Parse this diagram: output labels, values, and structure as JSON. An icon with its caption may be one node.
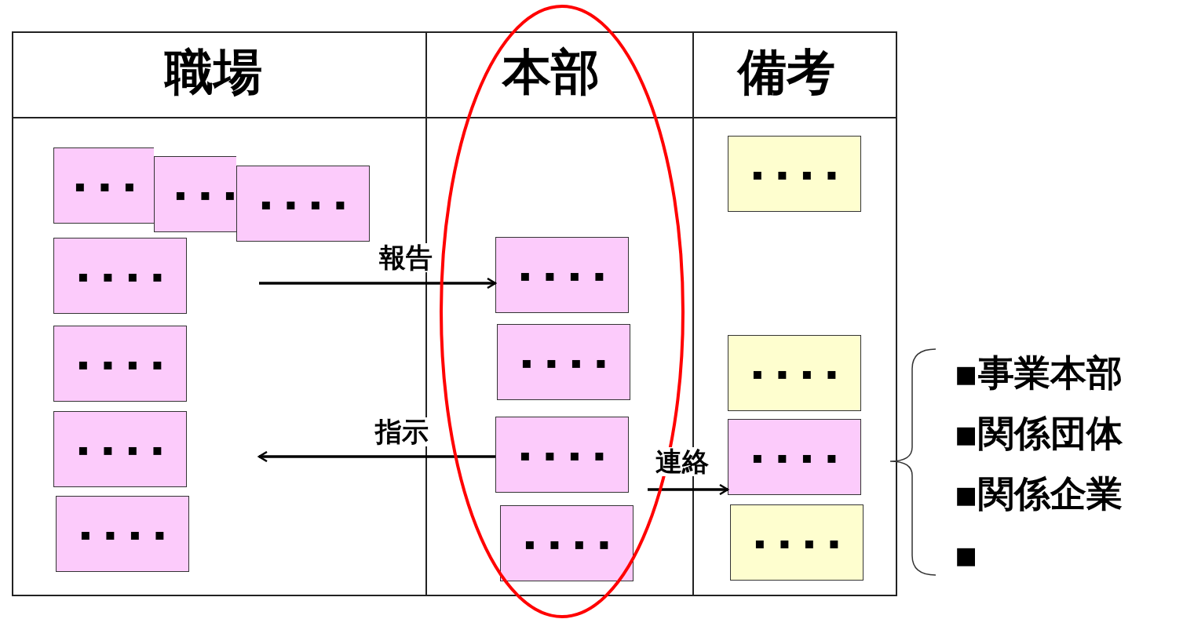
{
  "diagram": {
    "nodes": [
      {
        "text": [
          "▪▪▪"
        ]
      },
      {
        "text": [
          "▪▪▪"
        ]
      },
      {
        "text": [
          "▪▪▪▪"
        ]
      },
      {
        "text": [
          "▪▪▪▪"
        ]
      },
      {
        "text": [
          "▪▪▪▪"
        ]
      },
      {
        "text": [
          "▪▪▪▪"
        ]
      },
      {
        "text": [
          "▪▪▪▪"
        ]
      },
      {
        "text": [
          "▪▪▪▪"
        ]
      },
      {
        "text": [
          "▪▪▪▪"
        ]
      },
      {
        "text": [
          "▪▪▪▪"
        ]
      },
      {
        "text": [
          "▪▪▪▪"
        ]
      },
      {
        "text": [
          "▪▪▪▪"
        ]
      },
      {
        "text": [
          "▪▪▪▪"
        ]
      },
      {
        "text": [
          "▪▪▪▪"
        ]
      },
      {
        "text": [
          "▪▪▪▪"
        ]
      }
    ],
    "edges": [
      {
        "from": null,
        "to": 7,
        "arrow": "to",
        "label": "報告"
      },
      {
        "from": 9,
        "to": null,
        "arrow": "to",
        "label": "指示"
      },
      {
        "from": null,
        "to": 13,
        "arrow": "to",
        "label": "連絡"
      }
    ],
    "labels": [
      "職場",
      "本部",
      "備考",
      "▪事業本部",
      "▪関係団体",
      "▪関係企業",
      "▪"
    ]
  }
}
